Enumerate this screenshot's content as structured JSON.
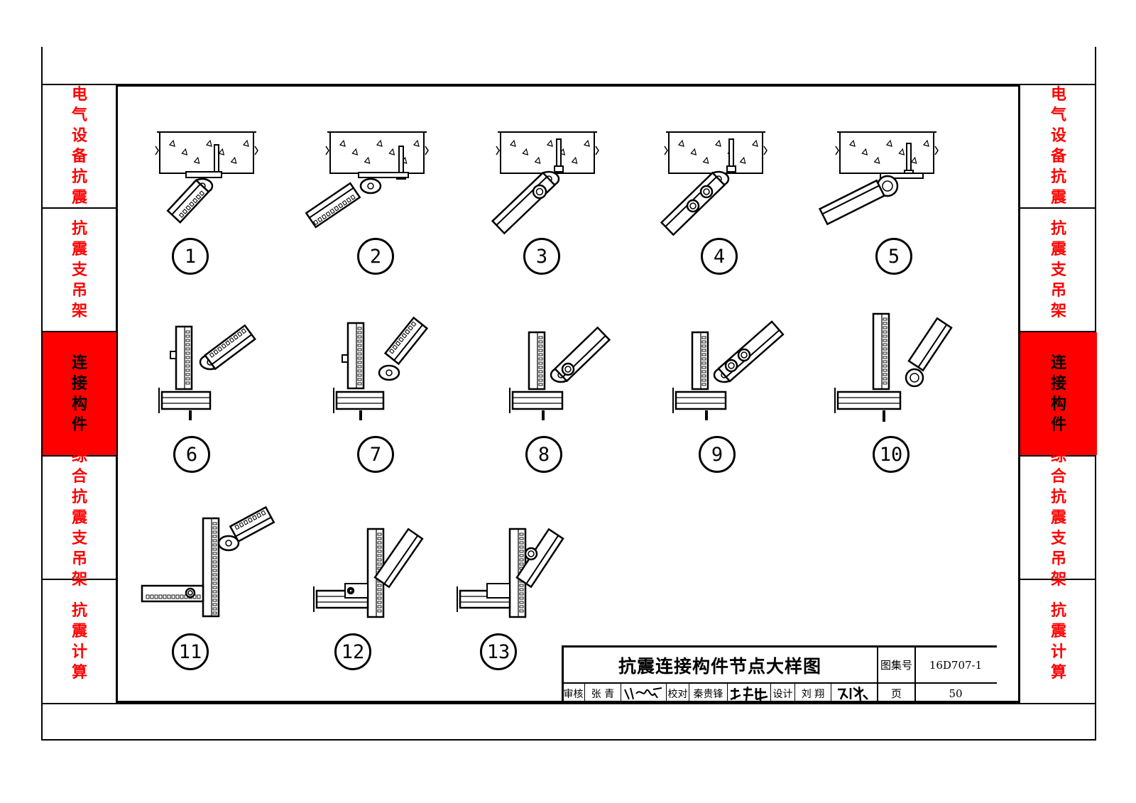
{
  "left_tabs": [
    {
      "id": "tab-electrical",
      "label": "电气设备抗震",
      "active": false
    },
    {
      "id": "tab-supports",
      "label": "抗震支吊架",
      "active": false
    },
    {
      "id": "tab-connectors",
      "label": "连接构件",
      "active": true
    },
    {
      "id": "tab-combined",
      "label": "综合抗震支吊架",
      "active": false
    },
    {
      "id": "tab-calculation",
      "label": "抗震计算",
      "active": false
    }
  ],
  "right_tabs": [
    {
      "id": "tab-electrical",
      "label": "电气设备抗震",
      "active": false
    },
    {
      "id": "tab-supports",
      "label": "抗震支吊架",
      "active": false
    },
    {
      "id": "tab-connectors",
      "label": "连接构件",
      "active": true
    },
    {
      "id": "tab-combined",
      "label": "综合抗震支吊架",
      "active": false
    },
    {
      "id": "tab-calculation",
      "label": "抗震计算",
      "active": false
    }
  ],
  "details": [
    {
      "number": "1"
    },
    {
      "number": "2"
    },
    {
      "number": "3"
    },
    {
      "number": "4"
    },
    {
      "number": "5"
    },
    {
      "number": "6"
    },
    {
      "number": "7"
    },
    {
      "number": "8"
    },
    {
      "number": "9"
    },
    {
      "number": "10"
    },
    {
      "number": "11"
    },
    {
      "number": "12"
    },
    {
      "number": "13"
    }
  ],
  "title_block": {
    "drawing_title": "抗震连接构件节点大样图",
    "atlas_label": "图集号",
    "atlas_number": "16D707-1",
    "page_label": "页",
    "page_number": "50",
    "review_label": "审核",
    "reviewer": "张 青",
    "proofread_label": "校对",
    "proofreader": "秦贵锋",
    "design_label": "设计",
    "designer": "刘 翔",
    "signatures": [
      "张青",
      "秦贵锋",
      "刘翔"
    ]
  },
  "colors": {
    "accent": "#ff0000",
    "line": "#000000",
    "background": "#ffffff"
  }
}
